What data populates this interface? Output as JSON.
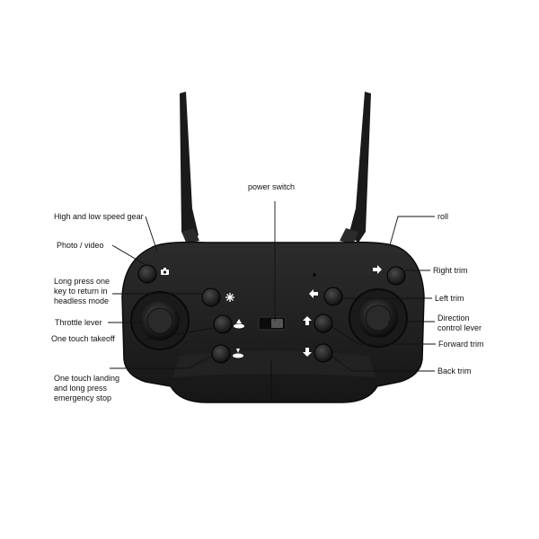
{
  "labels": {
    "power_switch": "power switch",
    "speed_gear": "High and low speed gear",
    "roll": "roll",
    "photo_video": "Photo / video",
    "right_trim": "Right trim",
    "headless": "Long press one\nkey to return in\nheadless mode",
    "left_trim": "Left trim",
    "throttle": "Throttle lever",
    "direction": "Direction\ncontrol lever",
    "takeoff": "One touch takeoff",
    "forward_trim": "Forward trim",
    "back_trim": "Back trim",
    "landing": "One touch landing\nand long press\nemergency stop"
  },
  "icons": {
    "camera": "camera-icon",
    "headless": "headless-icon",
    "takeoff": "takeoff-icon",
    "landing": "landing-icon",
    "right": "arrow-right-icon",
    "left": "arrow-left-icon",
    "up": "arrow-up-icon",
    "down": "arrow-down-icon"
  },
  "colors": {
    "body": "#1f1f1f",
    "leader": "#111111",
    "icon": "#ffffff"
  }
}
